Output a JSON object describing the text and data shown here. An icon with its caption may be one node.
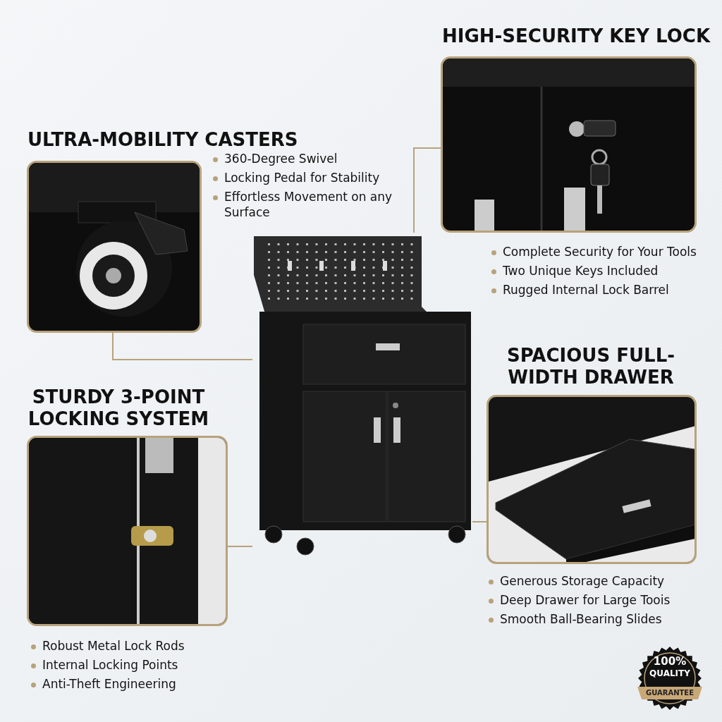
{
  "diagram": {
    "nodes": [
      {
        "text": [
          "ULTRA-MOBILITY CASTERS"
        ],
        "beside": [
          "360-Degree Swivel",
          "Locking Pedal for Stability",
          "Effortless Movement on any Surface"
        ]
      },
      {
        "text": [
          "HIGH-SECURITY KEY LOCK"
        ],
        "beside": [
          "Complete Security for Your Tools",
          "Two Unique Keys Included",
          "Rugged Internal Lock Barrel"
        ]
      },
      {
        "text": [
          "STURDY 3-POINT LOCKING SYSTEM"
        ],
        "beside": [
          "Robust Metal Lock Rods",
          "Internal Locking Points",
          "Anti-Theft Engineering"
        ]
      },
      {
        "text": [
          "SPACIOUS FULL-WIDTH DRAWER"
        ],
        "beside": [
          "Generous Storage Capacity",
          "Deep Drawer for Large Toois",
          "Smooth Ball-Bearing Slides"
        ]
      },
      {
        "text": [],
        "shape": "picture"
      }
    ],
    "edges": [
      {
        "from": 0,
        "to": 4,
        "arrow": "none"
      },
      {
        "from": 1,
        "to": 4,
        "arrow": "none"
      },
      {
        "from": 2,
        "to": 4,
        "arrow": "none"
      },
      {
        "from": 3,
        "to": 4,
        "arrow": "none"
      }
    ],
    "labels": [
      "100%",
      "QUALITY",
      "GUARANTEE"
    ]
  }
}
